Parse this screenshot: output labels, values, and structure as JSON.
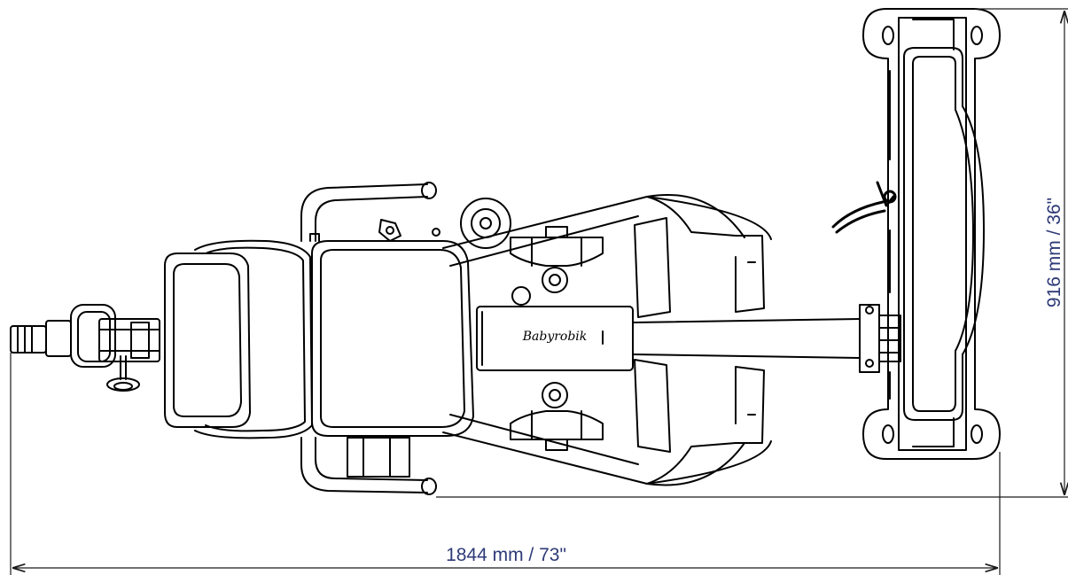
{
  "colors": {
    "drawing_line": "#000000",
    "dimension_line": "#1a1a1a",
    "dimension_text": "#2e3a78",
    "background": "#ffffff"
  },
  "dimensions": {
    "overall_length_label": "1844 mm / 73\"",
    "overall_width_label": "916 mm / 36\""
  },
  "drawing": {
    "logo_text": "Babyrobik"
  }
}
